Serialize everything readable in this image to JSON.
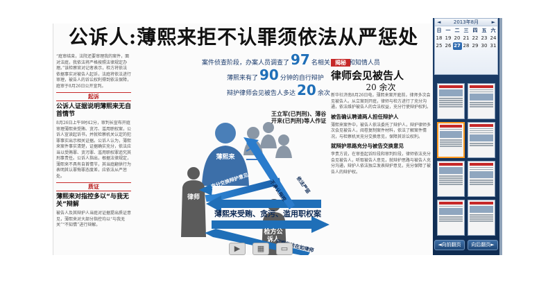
{
  "paper": {
    "headline": "公诉人:薄熙来拒不认罪须依法从严惩处",
    "left": {
      "intro": "“庭审结束，法院还要审理我的案件，面对法庭，我依法将严格按照法律规定办理。”该检察官对记者表示，检方将依法依据事实对被告人起诉，法庭将依法进行审理，被告人的诉讼权利得到依法保障，庭审于8月26日公开宣判。",
      "section1": "起诉",
      "sub1": "公诉人证据说明薄熙来无自首情节",
      "body1": "8月26日上午9时42分，审判长宣布开庭审理薄熙来受贿、贪污、滥用职权案，公诉人宣读起诉书，并就检察机关认定的犯罪事实出示相关证据。公诉人认为，薄熙来案件事实清楚，证据确实充分，依法应当以受贿罪、贪污罪、滥用职权罪追究其刑事责任。公诉人指出，根据法律规定，薄熙来不具有自首情节，其当庭翻供行为表明其认罪悔罪态度差，应依法从严惩处。",
      "section2": "质证",
      "sub2": "薄熙来对指控多以“与我无关”辩解",
      "body2": "被告人及其辩护人当庭对证据提出质证意见，薄熙来对大部分指控均以“与我无关”“不知情”进行辩解。"
    },
    "center": {
      "stat1_pre": "案件侦查阶段，办案人员调查了",
      "stat1_num": "97",
      "stat1_post": "名相关当事人和知情人员",
      "stat2_pre": "薄熙来有了",
      "stat2_num": "90",
      "stat2_post": "分钟的自行辩护",
      "stat3_pre": "辩护律师会见被告人多达",
      "stat3_num": "20",
      "stat3_post": "余次",
      "witness_label": "王立军(已判刑)、薄谷开来(已判刑)等人作证",
      "defendant_label": "薄熙来",
      "lawyer_label": "律师",
      "prosecutor_label": "检方公诉人",
      "arrow_lawyer": "充分交换辩护意见",
      "arrow_core": "薄熙来受贿、贪污、滥用职权案",
      "arrow_prosecutor_up": "依法严惩",
      "arrow_prosecutor_down": "不承认指控",
      "arrow_bottom": "证据依法在如律师"
    },
    "right": {
      "tag": "揭秘",
      "title": "律师会见被告人",
      "subtitle": "20 余次",
      "body1": "新华社济南8月26日电，薄熙来案开庭前，律师多次会见被告人。从立案到开庭，律师与检方进行了充分沟通，依法维护被告人的合法权益，充分行使辩护权利。",
      "sub1": "被告确认聘请两人担任辩护人",
      "body2": "薄熙来案件中，被告人依法委托了辩护人，辩护律师多次会见被告人，阅卷复制案件材料，依法了解案件情况，与检察机关充分交换意见，保障其诉讼权利。",
      "sub2": "就辩护思路充分与被告交换意见",
      "body3": "李贵方说，在审查起诉阶段和审判阶段，律师依法充分会见被告人，听取被告人意见，就辩护思路与被告人充分沟通，辩护人依法独立发表辩护意见，充分保障了被告人的辩护权。"
    }
  },
  "toolbar": {
    "buttons": [
      "play-icon",
      "grid-icon",
      "print-icon"
    ]
  },
  "panel": {
    "calendar": {
      "title": "2013年8月",
      "weekdays": [
        "日",
        "一",
        "二",
        "三",
        "四",
        "五",
        "六"
      ],
      "days": [
        "18",
        "19",
        "20",
        "21",
        "22",
        "23",
        "24",
        "25",
        "26",
        "27",
        "28",
        "29",
        "30",
        "31"
      ],
      "selected_day": "27",
      "prev_icon": "◄",
      "next_icon": "►"
    },
    "prev_page": "◄向前翻页",
    "next_page": "向后翻页►"
  },
  "colors": {
    "panel_bg": "#1d3f6b",
    "arrow_blue": "#1f6fb8",
    "accent_red": "#c62828",
    "highlight": "#ff9a1f"
  }
}
